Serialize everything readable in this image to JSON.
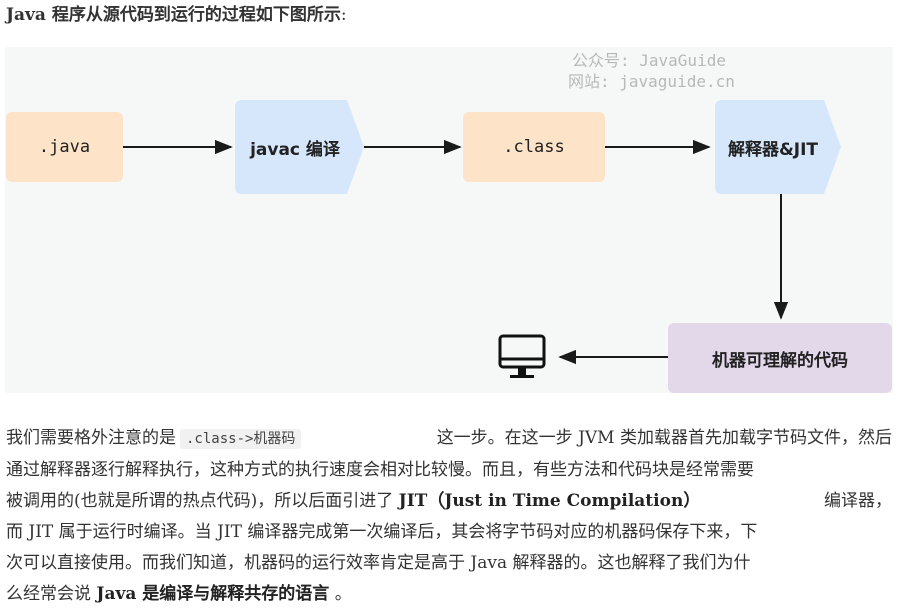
{
  "heading": {
    "text": "Java 程序从源代码到运行的过程如下图所示",
    "colon": ":"
  },
  "diagram": {
    "watermark": [
      "公众号: JavaGuide",
      "网站: javaguide.cn"
    ],
    "nodes": {
      "java": ".java",
      "javac": "javac 编译",
      "class": ".class",
      "interpreter": "解释器&JIT",
      "machine_code": "机器可理解的代码"
    },
    "colors": {
      "peach": "#fde4c8",
      "blue": "#d6e6fb",
      "purple": "#e3d7ea",
      "arrow": "#1a1a1a",
      "background": "#f6f8f7"
    },
    "output_icon": "computer-monitor-icon"
  },
  "paragraph": {
    "l1a": "我们需要格外注意的是",
    "code": ".class->机器码",
    "l1b": "这一步。在这一步 JVM 类加载器首先加载字节码文件，然后",
    "l2": "通过解释器逐行解释执行，这种方式的执行速度会相对比较慢。而且，有些方法和代码块是经常需要",
    "l3a": "被调用的(也就是所谓的热点代码)，所以后面引进了",
    "l3bold": "JIT（Just in Time Compilation）",
    "l3b": "编译器，",
    "l4": "而 JIT 属于运行时编译。当 JIT 编译器完成第一次编译后，其会将字节码对应的机器码保存下来，下",
    "l5": "次可以直接使用。而我们知道，机器码的运行效率肯定是高于 Java 解释器的。这也解释了我们为什",
    "l6a": "么经常会说",
    "l6bold": "Java 是编译与解释共存的语言",
    "l6b": "。"
  }
}
